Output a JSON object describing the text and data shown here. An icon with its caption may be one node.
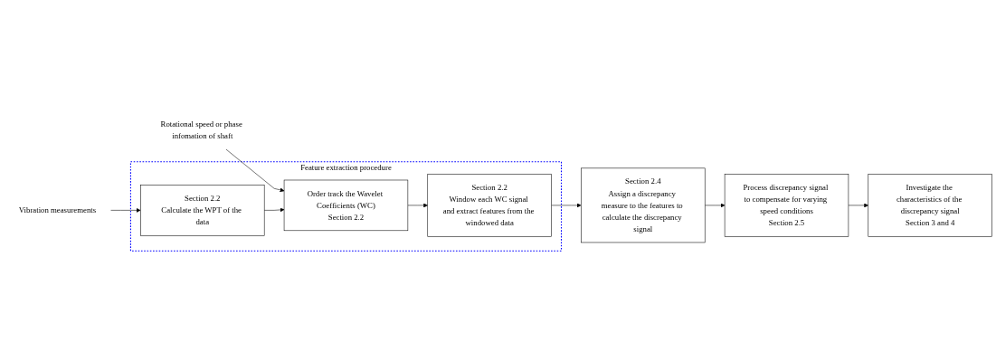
{
  "diagram": {
    "nodes": [
      {
        "text": [
          "Feature extraction procedure"
        ]
      },
      {
        "text": [
          "Vibration measurements"
        ]
      },
      {
        "text": [
          "Rotational speed or phase infomation of shaft"
        ]
      },
      {
        "text": [
          "Section 2.2",
          "Calculate the WPT of the data"
        ],
        "in": 0
      },
      {
        "text": [
          "Order track the Wavelet Coefficients (WC)",
          "Section 2.2"
        ],
        "in": 0
      },
      {
        "text": [
          "Section 2.2",
          "Window each WC signal and extract features from the windowed data"
        ],
        "in": 0
      },
      {
        "text": [
          "Section 2.4",
          "Assign a discrepancy measure to the features to calculate the discrepancy signal"
        ]
      },
      {
        "text": [
          "Process discrepancy signal to compensate for varying speed conditions",
          "Section 2.5"
        ]
      },
      {
        "text": [
          "Investigate the characteristics of the discrepancy signal",
          "Section 3 and 4"
        ]
      }
    ],
    "edges": [
      {
        "from": 1,
        "to": 3,
        "arrow": "to"
      },
      {
        "from": 2,
        "to": 4,
        "arrow": "to"
      },
      {
        "from": 3,
        "to": 4,
        "arrow": "to"
      },
      {
        "from": 4,
        "to": 5,
        "arrow": "to"
      },
      {
        "from": 5,
        "to": 6,
        "arrow": "to"
      },
      {
        "from": 6,
        "to": 7,
        "arrow": "to"
      },
      {
        "from": 7,
        "to": 8,
        "arrow": "to"
      }
    ]
  }
}
